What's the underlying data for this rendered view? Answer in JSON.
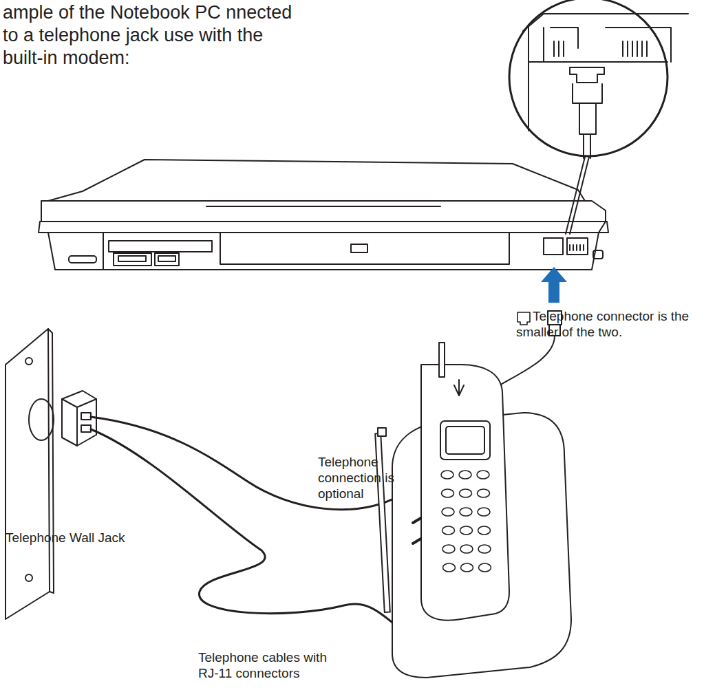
{
  "diagram": {
    "title": "ample of the Notebook PC nnected to a telephone jack use with the built-in modem:",
    "labels": [
      "Telephone connector is the smaller of the two.",
      "Telephone connection is optional",
      "Telephone Wall Jack",
      "Telephone cables with RJ-11 connectors"
    ]
  }
}
